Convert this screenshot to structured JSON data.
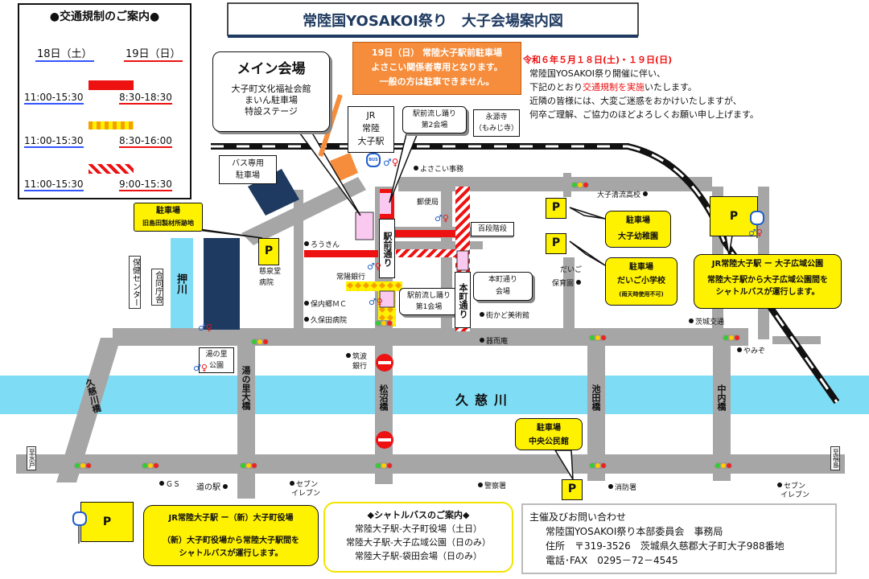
{
  "title": "常陸国YOSAKOI祭り　大子会場案内図",
  "regulation": {
    "heading": "●交通規制のご案内●",
    "day18": "18日（土）",
    "day19": "19日（日）",
    "rows": [
      {
        "left": "11:00-15:30",
        "right": "8:30-18:30",
        "style": "solid"
      },
      {
        "left": "11:00-15:30",
        "right": "8:30-16:00",
        "style": "dotted"
      },
      {
        "left": "11:00-15:30",
        "right": "9:00-15:30",
        "style": "hatched"
      }
    ]
  },
  "notice": {
    "date": "令和６年５月１８日(土)・１９日(日)",
    "line1": "常陸国YOSAKOI祭り開催に伴い、",
    "line2a": "下記のとおり",
    "line2b": "交通規制を実施",
    "line2c": "いたします。",
    "line3": "近隣の皆様には、大変ご迷惑をおかけいたしますが、",
    "line4": "何卒ご理解、ご協力のほどよろしくお願い申し上げます。"
  },
  "orange_notice": {
    "line1": "19日（日） 常陸大子駅前駐車場",
    "line2": "よさこい関係者専用となります。",
    "line3": "一般の方は駐車できません。"
  },
  "main_venue": {
    "title": "メイン会場",
    "line1": "大子町文化福祉会館",
    "line2": "まいん駐車場",
    "line3": "特設ステージ"
  },
  "station": {
    "line1": "JR",
    "line2": "常陸",
    "line3": "大子駅"
  },
  "bubbles": {
    "stage2": {
      "line1": "駅前流し踊り",
      "line2": "第2会場"
    },
    "stage1": {
      "line1": "駅前流し踊り",
      "line2": "第1会場"
    },
    "honmachi": {
      "line1": "本町通り",
      "line2": "会場"
    },
    "bus_parking": {
      "line1": "バス専用",
      "line2": "駐車場"
    },
    "eimonji": {
      "line1": "永源寺",
      "line2": "（もみじ寺）"
    },
    "yuno_park": {
      "line1": "湯の里",
      "line2": "公園"
    }
  },
  "parking": {
    "p_label": "P",
    "kyu_shimada": {
      "title": "駐車場",
      "sub": "旧島田製材所跡地"
    },
    "daigo_kinder": {
      "title": "駐車場",
      "sub": "大子幼稚園"
    },
    "daigo_school": {
      "title": "駐車場",
      "sub": "だいご小学校",
      "note": "(雨天時使用不可)"
    },
    "kominkan": {
      "title": "駐車場",
      "sub": "中央公民館"
    },
    "jr_koiki": {
      "title": "JR常陸大子駅 ー 大子広域公園",
      "line1": "常陸大子駅から大子広域公園間を",
      "line2": "シャトルバスが運行します。"
    },
    "jr_yakuba": {
      "title": "JR常陸大子駅 ー（新）大子町役場",
      "line1": "（新）大子町役場から常陸大子駅間を",
      "line2": "シャトルバスが運行します。"
    }
  },
  "roads": {
    "ekimae": "駅前通り",
    "honmachi": "本町通り",
    "oshikawa": "押川",
    "kuji_river": "久慈川",
    "yunosato_bridge": "湯の里大橋",
    "matsunuma_bridge": "松沼橋",
    "ikeda_bridge": "池田橋",
    "nakauchi_bridge": "中内橋",
    "kujigawa_bridge": "久慈川橋",
    "hyakudan": "百段階段",
    "to_mizuto": "至水戸",
    "to_fukushima": "至福島"
  },
  "landmarks": [
    {
      "key": "yosakoi_office",
      "label": "よさこい事務"
    },
    {
      "key": "post",
      "label": "郵便局"
    },
    {
      "key": "rokin",
      "label": "ろうきん"
    },
    {
      "key": "joyo_bank",
      "label": "常陽銀行"
    },
    {
      "key": "jisendo",
      "label": "慈泉堂"
    },
    {
      "key": "jisendo2",
      "label": "病院"
    },
    {
      "key": "hoken",
      "label": "保内郷ＭＣ"
    },
    {
      "key": "kubota",
      "label": "久保田病院"
    },
    {
      "key": "machikado",
      "label": "街かど美術館"
    },
    {
      "key": "kitouan",
      "label": "器而庵"
    },
    {
      "key": "tsukuba1",
      "label": "筑波"
    },
    {
      "key": "tsukuba2",
      "label": "銀行"
    },
    {
      "key": "ibaraki_kotsu",
      "label": "茨城交通"
    },
    {
      "key": "yamizo",
      "label": "やみぞ"
    },
    {
      "key": "seiryu",
      "label": "大子清流高校"
    },
    {
      "key": "hoikuen1",
      "label": "だいご"
    },
    {
      "key": "hoikuen2",
      "label": "保育園"
    },
    {
      "key": "gs",
      "label": "ＧＳ"
    },
    {
      "key": "michinoeki",
      "label": "道の駅"
    },
    {
      "key": "seven1a",
      "label": "セブン"
    },
    {
      "key": "seven1b",
      "label": "イレブン"
    },
    {
      "key": "keisatsu",
      "label": "警察署"
    },
    {
      "key": "shobo",
      "label": "消防署"
    },
    {
      "key": "seven2a",
      "label": "セブン"
    },
    {
      "key": "seven2b",
      "label": "イレブン"
    }
  ],
  "vertical_facilities": {
    "hoken_center": "保健センター",
    "godo": "合同庁舎"
  },
  "shuttle": {
    "heading": "◆シャトルバスのご案内◆",
    "line1": "常陸大子駅-大子町役場（土日）",
    "line2": "常陸大子駅-大子広域公園（日のみ）",
    "line3": "常陸大子駅-袋田会場（日のみ）"
  },
  "contact": {
    "heading": "主催及びお問い合わせ",
    "org": "常陸国YOSAKOI祭り本部委員会　事務局",
    "address": "住所　〒319-3526　茨城県久慈郡大子町大子988番地",
    "phone": "電話･FAX　0295－72－4545"
  },
  "bus_icon": "bus-stop-icon",
  "toilet_icon": "restroom-icon",
  "no_entry_icon": "no-entry-icon",
  "colors": {
    "river": "#7fdcf5",
    "road": "#a6a6a6",
    "red": "#ee1111",
    "yellow": "#fff200",
    "orange": "#f58d3c",
    "navy": "#1f3a60",
    "pink": "#f9c9f0"
  }
}
